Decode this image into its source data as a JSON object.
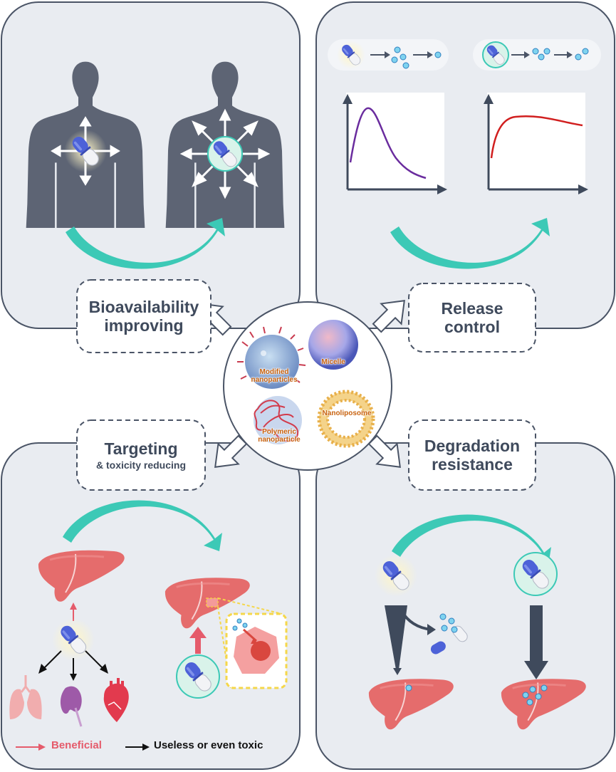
{
  "panels": {
    "bioavailability": {
      "label_line1": "Bioavailability",
      "label_line2": "improving"
    },
    "release": {
      "label_line1": "Release",
      "label_line2": "control"
    },
    "targeting": {
      "label_line1": "Targeting",
      "label_line2": "& toxicity reducing"
    },
    "degradation": {
      "label_line1": "Degradation",
      "label_line2": "resistance"
    }
  },
  "center": {
    "carriers": [
      {
        "label_line1": "Modified",
        "label_line2": "nanoparticles"
      },
      {
        "label_line1": "Micelle"
      },
      {
        "label_line1": "Polymeric",
        "label_line2": "nanoparticle"
      },
      {
        "label_line1": "Nanoliposome"
      }
    ]
  },
  "legend": {
    "beneficial": "Beneficial",
    "toxic": "Useless or even toxic"
  },
  "colors": {
    "panel_bg": "#e9ecf1",
    "panel_border": "#4a5466",
    "body_silhouette": "#5d6474",
    "teal_arrow": "#3cc9b6",
    "organ": "#e56c6c",
    "beneficial_arrow": "#e55b6b",
    "drug_particle": "#7fd3ef",
    "capsule_blue": "#4d62d8",
    "free_release_curve": "#6a2c9e",
    "controlled_release_curve": "#d11f1f"
  },
  "icons": [
    "body-silhouette-icon",
    "capsule-icon",
    "liver-icon",
    "lung-icon",
    "kidney-icon",
    "heart-icon",
    "cell-icon"
  ]
}
